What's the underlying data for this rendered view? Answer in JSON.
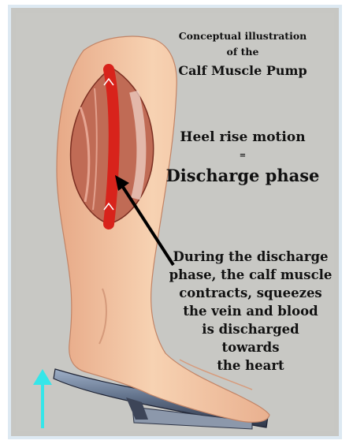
{
  "title": {
    "line1": "Conceptual illustration",
    "line2": "of the",
    "line3": "Calf Muscle Pump"
  },
  "motion": "Heel rise motion",
  "equals": "=",
  "phase": "Discharge phase",
  "description": [
    "During the discharge",
    "phase, the calf muscle",
    "contracts, squeezes",
    "the vein and blood",
    "is discharged",
    "towards",
    "the heart"
  ],
  "colors": {
    "background": "#c8c8c4",
    "skin": "#f3c8a4",
    "muscle": "#b9654e",
    "vein": "#d8231b",
    "platform": "#6d7f99",
    "arrow_up": "#35e6e9",
    "pointer": "#000000"
  },
  "icons": [
    "up-arrow-icon",
    "pointer-arrow-icon"
  ]
}
